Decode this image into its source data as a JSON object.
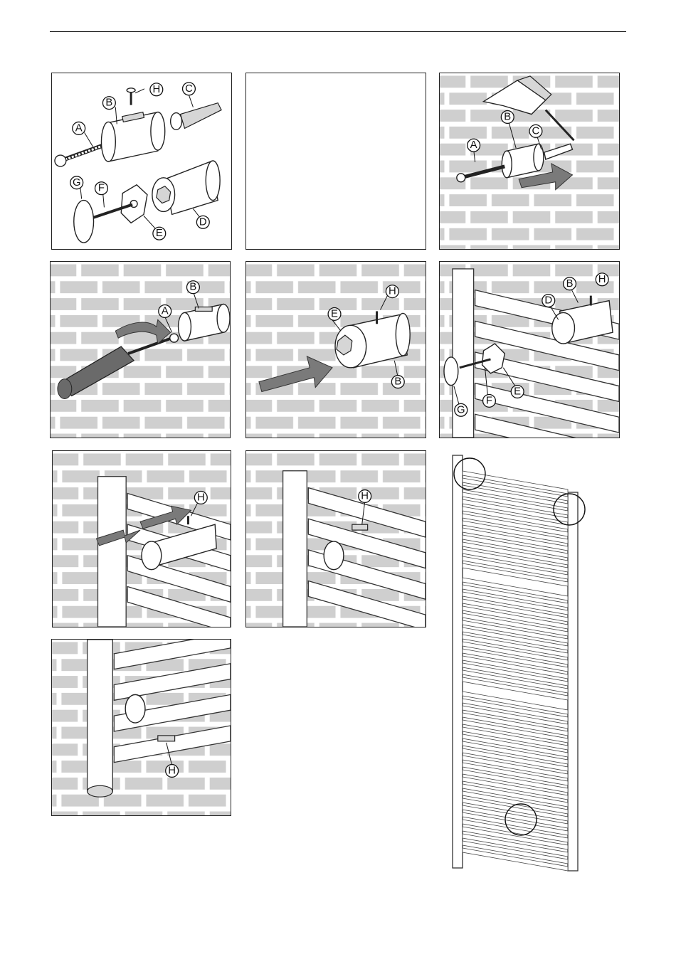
{
  "labels": {
    "a": "A",
    "b": "B",
    "c": "C",
    "d": "D",
    "e": "E",
    "f": "F",
    "g": "G",
    "h": "H"
  },
  "colors": {
    "brick_gap": "#ffffff",
    "brick_fill": "#cfcfcf",
    "arrow": "#7a7a7a",
    "line": "#222222"
  },
  "icons": [
    "drill-icon",
    "screwdriver-icon",
    "push-arrow-icon",
    "detail-circle-icon"
  ]
}
